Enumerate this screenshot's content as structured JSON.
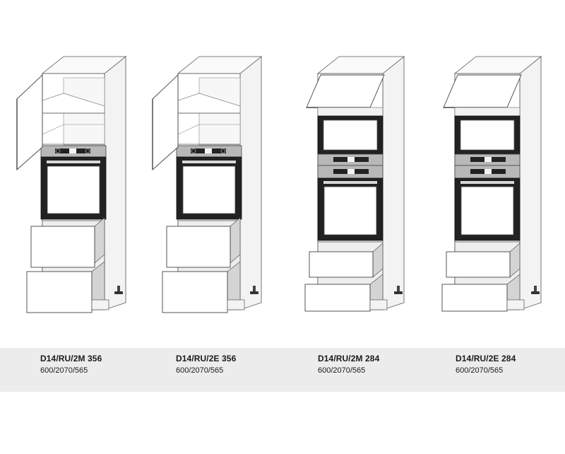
{
  "products": [
    {
      "code": "D14/RU/2M 356",
      "dims": "600/2070/565"
    },
    {
      "code": "D14/RU/2E 356",
      "dims": "600/2070/565"
    },
    {
      "code": "D14/RU/2M 284",
      "dims": "600/2070/565"
    },
    {
      "code": "D14/RU/2E 284",
      "dims": "600/2070/565"
    }
  ]
}
